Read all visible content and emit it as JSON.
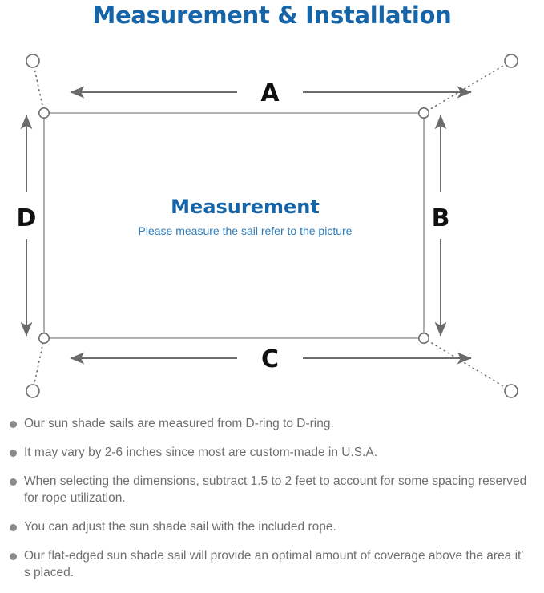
{
  "page": {
    "title": "Measurement & Installation",
    "title_color": "#1565a8",
    "background": "#ffffff"
  },
  "diagram": {
    "name": "shade-sail-measurement-diagram",
    "center_title": "Measurement",
    "center_subtitle": "Please measure the sail refer to the picture",
    "center_title_color": "#1565a8",
    "center_subtitle_color": "#2f7cb8",
    "line_color": "#6b6b6b",
    "sail_edge_color": "#9a9a9a",
    "dimension_labels": {
      "top": "A",
      "right": "B",
      "bottom": "C",
      "left": "D"
    },
    "elements": {
      "anchor_ring": "anchor-ring",
      "d_ring": "d-ring",
      "rope": "dotted-rope-line",
      "dimension_arrow": "dimension-arrow"
    }
  },
  "notes": [
    "Our sun shade sails are measured from D-ring to D-ring.",
    "It may vary by 2-6 inches since most are custom-made in U.S.A.",
    "When selecting the dimensions, subtract 1.5 to 2 feet to account for some spacing reserved for rope utilization.",
    "You can adjust the sun shade sail with the included rope.",
    "Our flat-edged sun shade sail will provide an optimal amount of coverage above the area it′ s placed."
  ]
}
